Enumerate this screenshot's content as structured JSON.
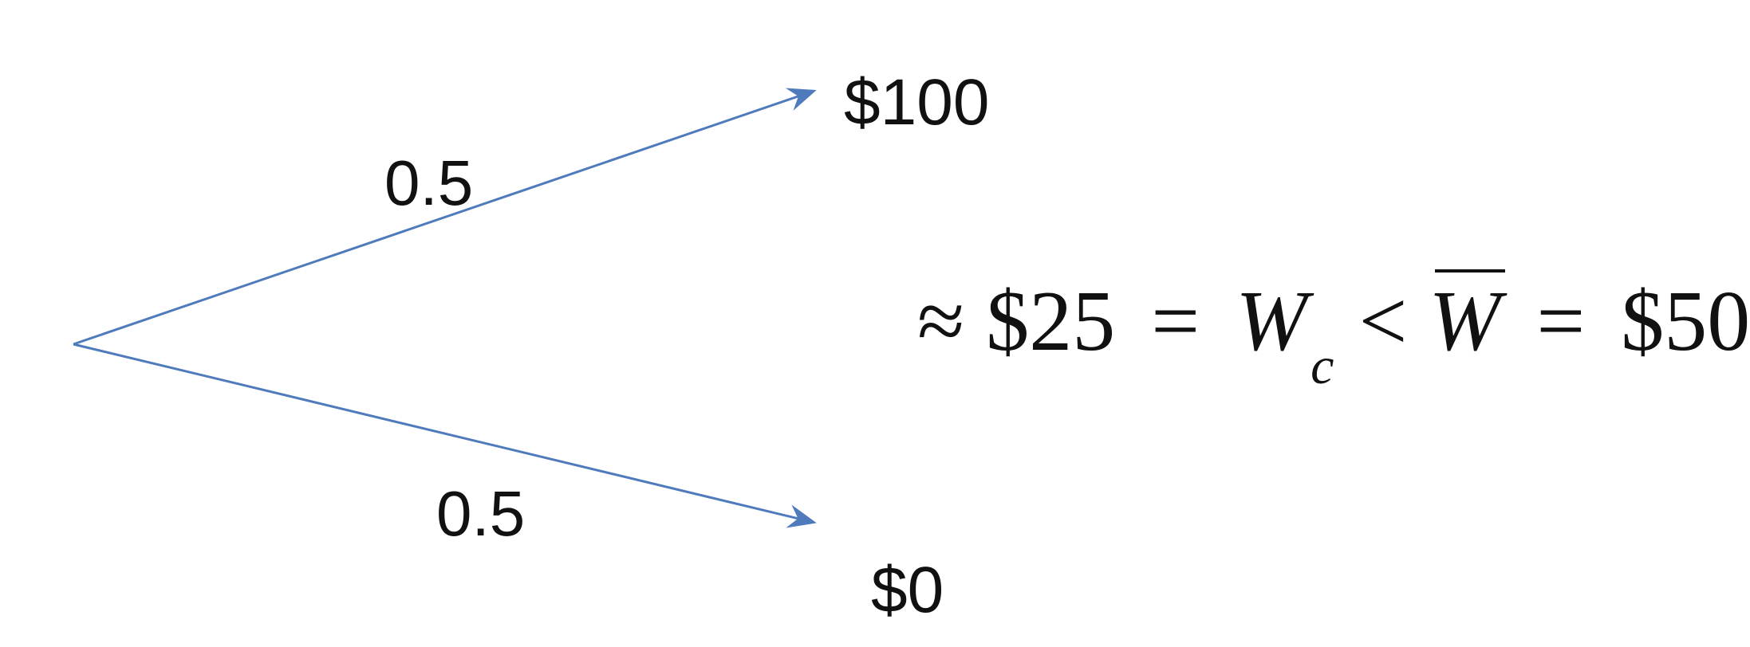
{
  "tree": {
    "upper_branch": {
      "probability": "0.5",
      "outcome": "$100"
    },
    "lower_branch": {
      "probability": "0.5",
      "outcome": "$0"
    },
    "line_color": "#4f7bbd"
  },
  "formula": {
    "approx_symbol": "≈",
    "certainty_equivalent": "$25",
    "equals_1": "=",
    "w_symbol": "W",
    "subscript": "c",
    "less_than": "<",
    "w_bar_symbol": "W",
    "equals_2": "=",
    "expected_value": "$50"
  }
}
